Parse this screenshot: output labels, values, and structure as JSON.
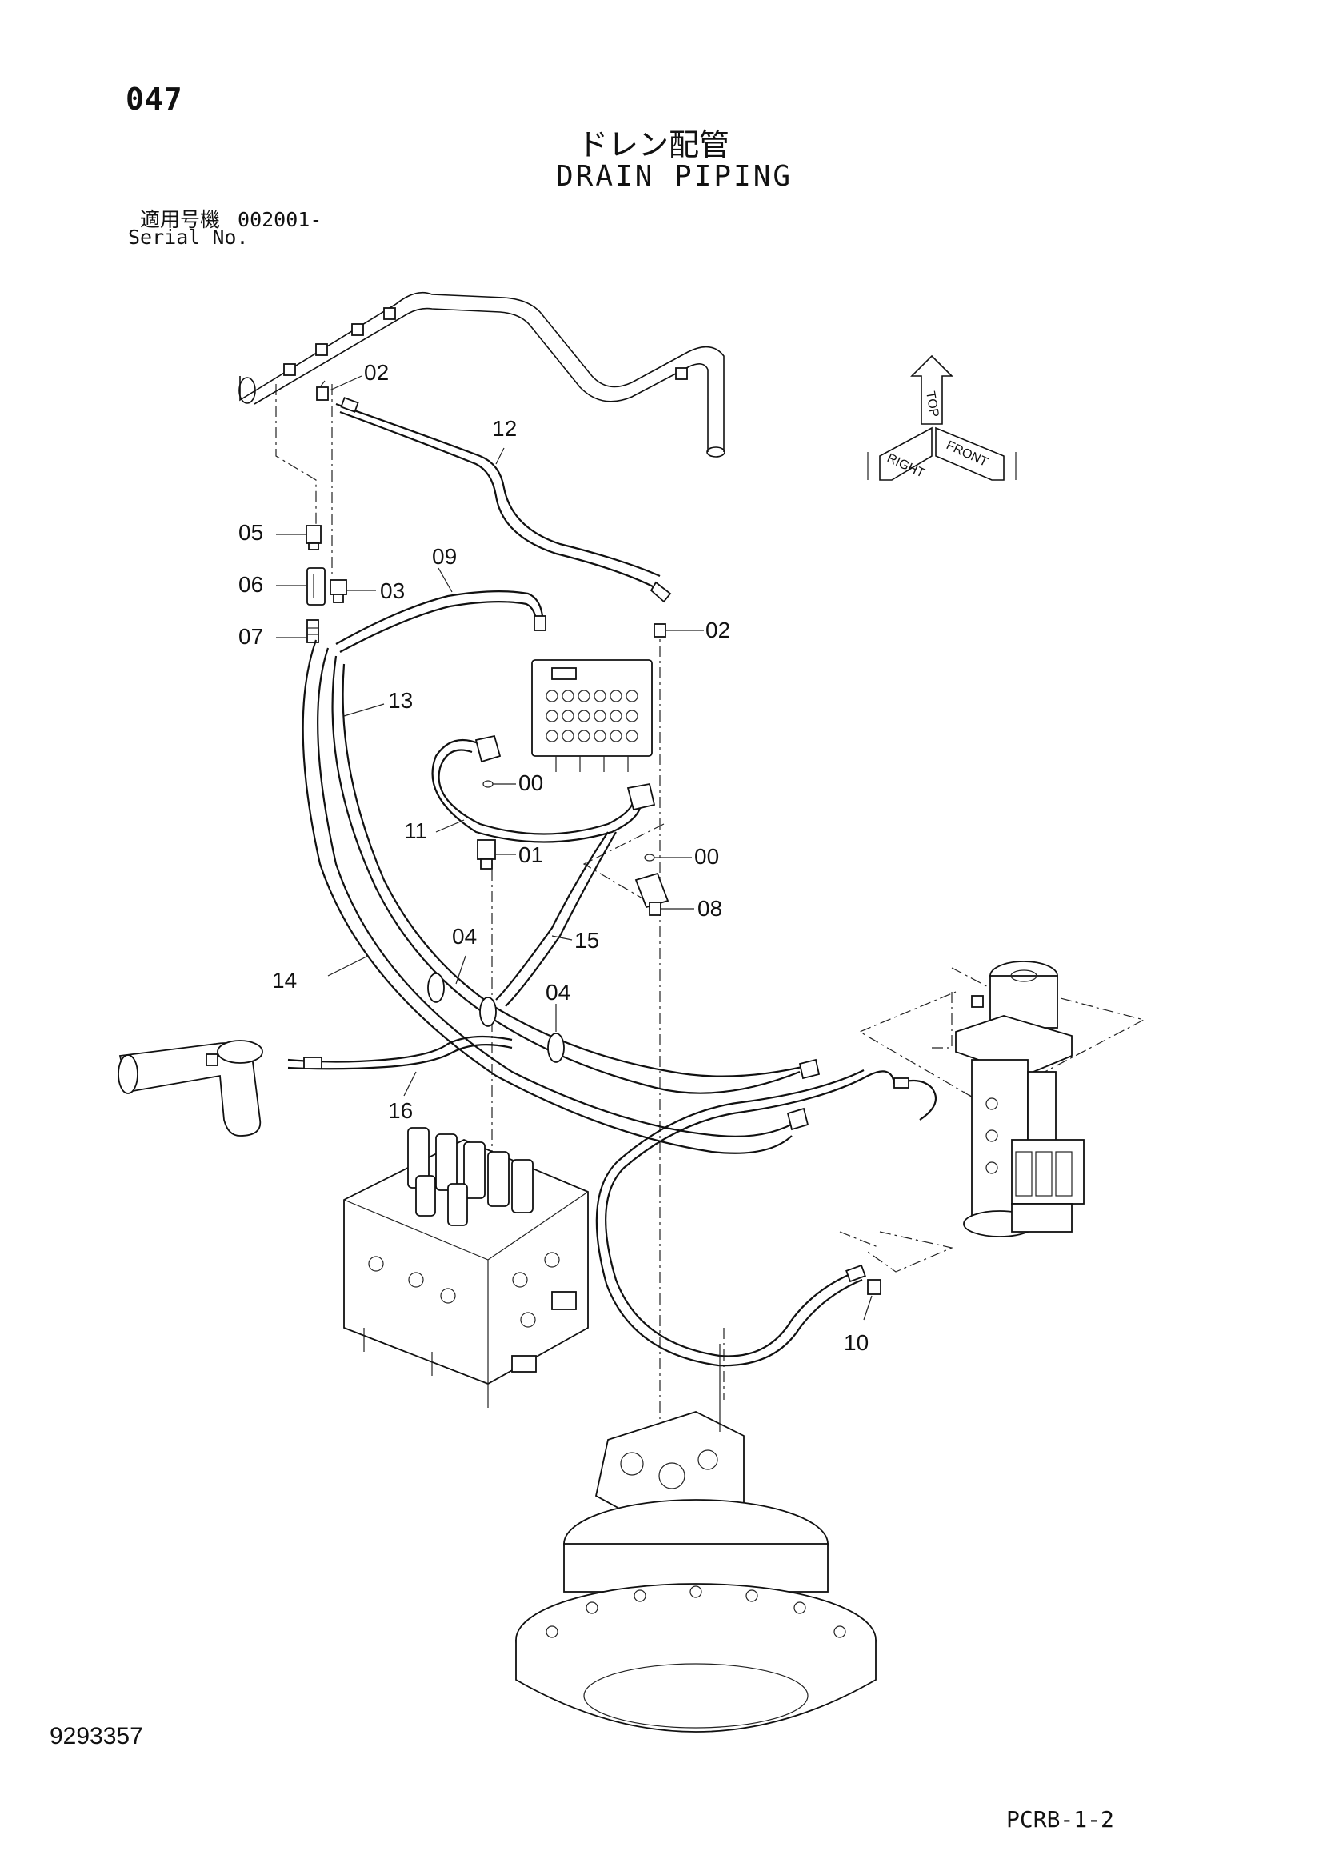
{
  "header": {
    "page_number": "047",
    "title_jp": "ドレン配管",
    "title_en": "DRAIN PIPING",
    "serial_label_jp": "適用号機",
    "serial_value": "002001-",
    "serial_label_en": "Serial No."
  },
  "orientation": {
    "top": "TOP",
    "right": "RIGHT",
    "front": "FRONT"
  },
  "callouts": {
    "c02a": "02",
    "c12": "12",
    "c05": "05",
    "c09": "09",
    "c06": "06",
    "c03": "03",
    "c02b": "02",
    "c07": "07",
    "c13": "13",
    "c00a": "00",
    "c11": "11",
    "c01": "01",
    "c00b": "00",
    "c08": "08",
    "c04a": "04",
    "c15": "15",
    "c14": "14",
    "c04b": "04",
    "c16": "16",
    "c10": "10"
  },
  "footer": {
    "doc_code": "9293357",
    "sheet_ref": "PCRB-1-2"
  }
}
